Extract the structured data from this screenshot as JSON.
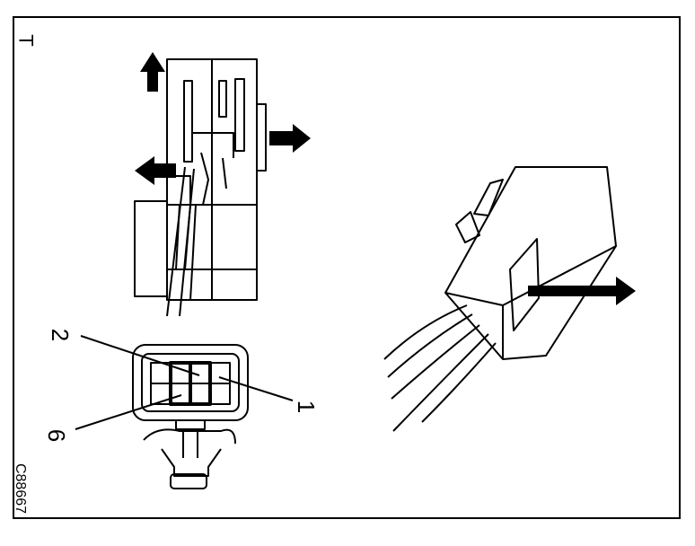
{
  "corner_mark": "T",
  "figure_id": "C88667",
  "callouts": [
    "2",
    "1",
    "6"
  ]
}
